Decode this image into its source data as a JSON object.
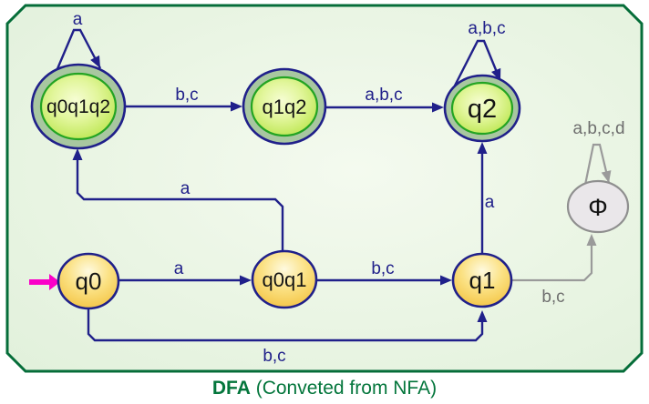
{
  "caption": {
    "main": "DFA",
    "sub": " (Conveted from NFA)"
  },
  "colors": {
    "panel_fill": "#e8f4e3",
    "panel_border": "#056d39",
    "edge": "#20208a",
    "edge_gray": "#9a9a9a",
    "accepting_ring": "#a8c7a0",
    "accepting_inner_stroke": "#23a423",
    "yellow_state": "#f3c23c",
    "trap_fill": "#eae7ea",
    "start_arrow": "#fa00c8",
    "caption_text": "#04763c"
  },
  "states": [
    {
      "id": "q0q1q2",
      "label": "q0q1q2",
      "kind": "accepting"
    },
    {
      "id": "q1q2",
      "label": "q1q2",
      "kind": "accepting"
    },
    {
      "id": "q2",
      "label": "q2",
      "kind": "accepting"
    },
    {
      "id": "q0",
      "label": "q0",
      "kind": "start"
    },
    {
      "id": "q0q1",
      "label": "q0q1",
      "kind": "normal"
    },
    {
      "id": "q1",
      "label": "q1",
      "kind": "normal"
    },
    {
      "id": "phi",
      "label": "Φ",
      "kind": "trap"
    }
  ],
  "edges": [
    {
      "from": "q0q1q2",
      "to": "q0q1q2",
      "label": "a"
    },
    {
      "from": "q0q1q2",
      "to": "q1q2",
      "label": "b,c"
    },
    {
      "from": "q1q2",
      "to": "q2",
      "label": "a,b,c"
    },
    {
      "from": "q2",
      "to": "q2",
      "label": "a,b,c"
    },
    {
      "from": "phi",
      "to": "phi",
      "label": "a,b,c,d"
    },
    {
      "from": "q0",
      "to": "q0q1",
      "label": "a"
    },
    {
      "from": "q0q1",
      "to": "q1",
      "label": "b,c"
    },
    {
      "from": "q1",
      "to": "q2",
      "label": "a"
    },
    {
      "from": "q0q1",
      "to": "q0q1q2",
      "label": "a"
    },
    {
      "from": "q0",
      "to": "q1",
      "label": "b,c"
    },
    {
      "from": "q1",
      "to": "phi",
      "label": "b,c"
    }
  ]
}
